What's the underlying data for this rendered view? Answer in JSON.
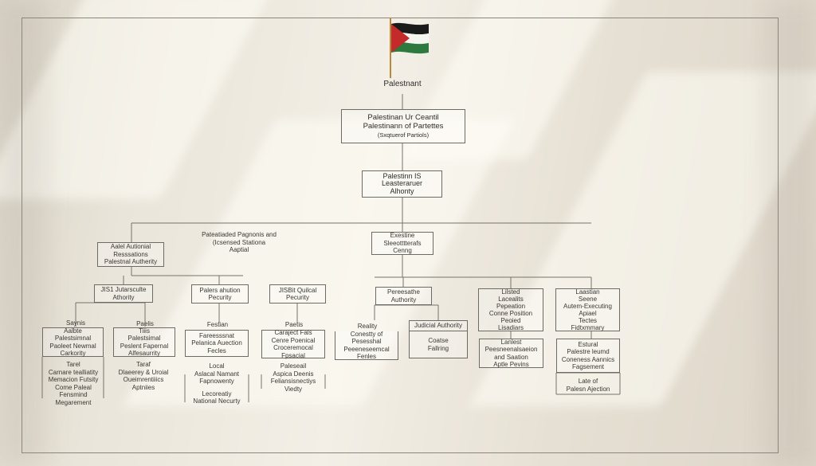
{
  "flag_colors": {
    "black": "#1a1a1a",
    "white": "#f6f4ef",
    "green": "#2e7a3e",
    "red": "#c42a2a",
    "pole": "#b58a3a"
  },
  "root": {
    "label": "Palestnant"
  },
  "level1": {
    "lines": [
      "Palestinan Ur Ceantil",
      "Palestinann of Partettes",
      "(Sxqtuerof Partiols)"
    ]
  },
  "level2": {
    "lines": [
      "Palestinn IS",
      "Leasteraruer",
      "Alhonty"
    ]
  },
  "floating_label": {
    "lines": [
      "Pateatiaded Pagnonis and",
      "(Icsensed Stationa",
      "Aaptial"
    ]
  },
  "left_branch": {
    "lines": [
      "Aalel Autionial",
      "Resssations",
      "Palestnal Autherity"
    ]
  },
  "center_branch": {
    "lines": [
      "Exestine",
      "Sleeotttterafs",
      "Cenng"
    ]
  },
  "sub_boxes": [
    {
      "lines": [
        "JIS1 Jutarsculte",
        "Athority"
      ]
    },
    {
      "lines": [
        "Palers ahution",
        "Pecurity"
      ]
    },
    {
      "lines": [
        "JISBit Quilcal",
        "Pecurity"
      ]
    },
    {
      "lines": [
        "Pereesathe",
        "Authority"
      ]
    },
    {
      "lines": [
        "Lilsted",
        "Lacealits",
        "Pepeation",
        "Conne Position",
        "Peoied",
        "Lisadiars"
      ]
    },
    {
      "lines": [
        "Laastian",
        "Seene",
        "Autem-Executing",
        "Apiael",
        "Tectes",
        "Fidtxmmary"
      ]
    }
  ],
  "leaf_labels": {
    "sayns": "Saynis",
    "paelis": "Paelis",
    "festian": "Festian",
    "paetis": "Paetis",
    "reality": "Reality",
    "judicial": "Judicial Authority"
  },
  "leaf_boxes": [
    {
      "lines": [
        "Aalbte",
        "Palestsimnal",
        "Paoleet Newmal",
        "Carkority"
      ]
    },
    {
      "lines": [
        "Tiiis",
        "Palestsimal",
        "Peslent Fapernal",
        "Alfesaurrity"
      ]
    },
    {
      "lines": [
        "Fareesssnat",
        "Pelanica Auection",
        "Fecles"
      ]
    },
    {
      "lines": [
        "Caraject Fals",
        "Cenre Poenical",
        "Croceremocal",
        "Fpsacial"
      ]
    },
    {
      "lines": [
        "Conestty of",
        "Pesesshal",
        "Peeeneseemcal",
        "Fenles"
      ]
    },
    {
      "lines": [
        "Coatse",
        "Fallring"
      ]
    },
    {
      "lines": [
        "Lanlest",
        "Peesneenalsaeion",
        "and Saation",
        "Aptle Pevins"
      ]
    },
    {
      "lines": [
        "Estural",
        "Palestre leumd",
        "Coneness Aannics",
        "Fagsement"
      ]
    }
  ],
  "leaf_notes": [
    {
      "lines": [
        "Tarel",
        "Carnare tealliatity",
        "Memacion Futsity",
        "Come Paleal",
        "Fensmind",
        "Megarement"
      ]
    },
    {
      "lines": [
        "Taraf",
        "Dlaeerey & Uroial",
        "Oueimrentiiics",
        "Aptniies"
      ]
    },
    {
      "lines": [
        "Local",
        "Aslacal Namant",
        "Fapnowenty",
        "",
        "Lecoreatiy",
        "National Necurty"
      ]
    },
    {
      "lines": [
        "Paleseail",
        "Aspica Deenis",
        "Feliansisnectiys",
        "Viedty"
      ]
    },
    {
      "lines": [
        "Late of",
        "Palesn Ajection"
      ]
    }
  ]
}
